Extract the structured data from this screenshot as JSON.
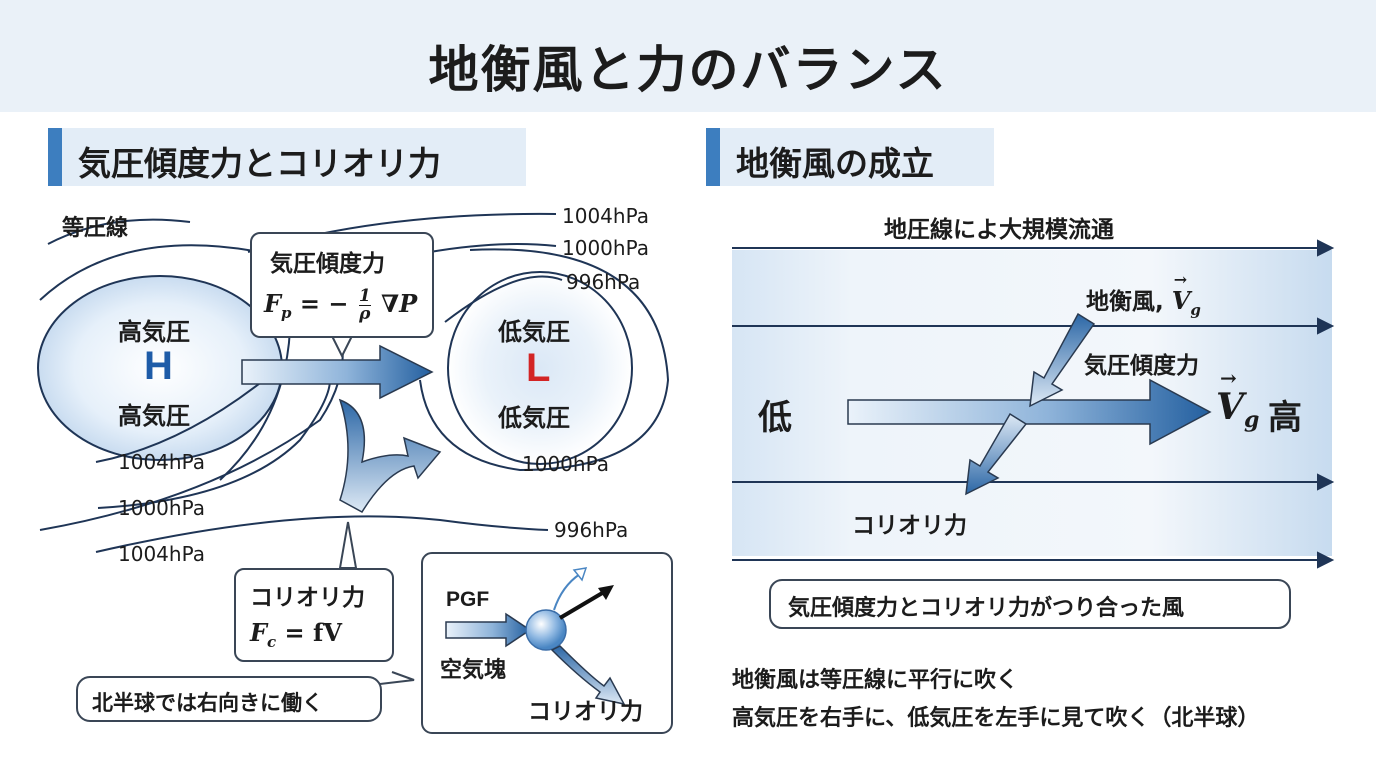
{
  "title": "地衡風と力のバランス",
  "left_panel": {
    "heading": "気圧傾度力とコリオリ力",
    "isobar_label": "等圧線",
    "isobars_right": [
      "1004hPa",
      "1000hPa",
      "996hPa"
    ],
    "isobars_bottom": [
      "1004hPa",
      "1000hPa",
      "1004hPa"
    ],
    "isobar_996_bottom": "996hPa",
    "isobar_1000_inner": "1000hPa",
    "high": {
      "label_top": "高気圧",
      "symbol": "H",
      "label_bottom": "高気圧"
    },
    "low": {
      "label_top": "低気圧",
      "symbol": "L",
      "label_bottom": "低気圧"
    },
    "pgf_box": {
      "title": "気圧傾度力",
      "formula_lhs": "F",
      "formula_sub": "p",
      "formula_rhs": "= −",
      "frac_num": "1",
      "frac_den": "ρ",
      "formula_tail": "∇P"
    },
    "coriolis_box": {
      "title": "コリオリ力",
      "formula_lhs": "F",
      "formula_sub": "c",
      "formula_rhs": "= fV"
    },
    "note": "北半球では右向きに働く",
    "inset": {
      "pgf": "PGF",
      "parcel": "空気塊",
      "coriolis": "コリオリ力"
    }
  },
  "right_panel": {
    "heading": "地衡風の成立",
    "top_caption": "地圧線によ大規模流通",
    "low_label": "低",
    "high_label": "高",
    "wind_label": "地衡風,",
    "vg_symbol": "V",
    "vg_sub": "g",
    "pgf_label": "気圧傾度力",
    "coriolis_label": "コリオリ力",
    "balance_box": "気圧傾度力とコリオリ力がつり合った風",
    "summary": [
      "地衡風は等圧線に平行に吹く",
      "高気圧を右手に、低気圧を左手に見て吹く（北半球）"
    ]
  },
  "colors": {
    "accent": "#3d7ebf",
    "arrow_dark": "#2460a0",
    "high_symbol": "#1e5ca8",
    "low_symbol": "#d32424",
    "line": "#1f3556"
  }
}
